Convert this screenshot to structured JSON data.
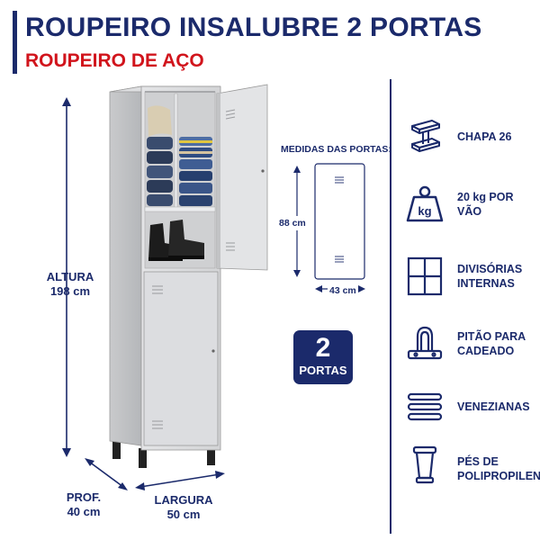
{
  "header": {
    "title": "ROUPEIRO INSALUBRE 2 PORTAS",
    "subtitle": "ROUPEIRO DE AÇO"
  },
  "dimensions": {
    "height_label": "ALTURA",
    "height_value": "198 cm",
    "depth_label": "PROF.",
    "depth_value": "40 cm",
    "width_label": "LARGURA",
    "width_value": "50 cm"
  },
  "door_measures": {
    "title": "MEDIDAS DAS PORTAS:",
    "height": "88 cm",
    "width": "43 cm"
  },
  "badge": {
    "number": "2",
    "text": "PORTAS"
  },
  "features": [
    {
      "icon": "steel-beam-icon",
      "line1": "CHAPA 26",
      "line2": ""
    },
    {
      "icon": "weight-kg-icon",
      "line1": "20 kg POR VÃO",
      "line2": ""
    },
    {
      "icon": "internal-divisions-icon",
      "line1": "DIVISÓRIAS",
      "line2": "INTERNAS"
    },
    {
      "icon": "padlock-hasp-icon",
      "line1": "PITÃO PARA",
      "line2": "CADEADO"
    },
    {
      "icon": "louvers-icon",
      "line1": "VENEZIANAS",
      "line2": ""
    },
    {
      "icon": "polypropylene-foot-icon",
      "line1": "PÉS DE",
      "line2": "POLIPROPILENO"
    }
  ],
  "icons": {
    "weight_text": "kg"
  },
  "colors": {
    "brand_navy": "#1b2a6b",
    "accent_red": "#d1141c",
    "locker_gray": "#d9dadc"
  }
}
